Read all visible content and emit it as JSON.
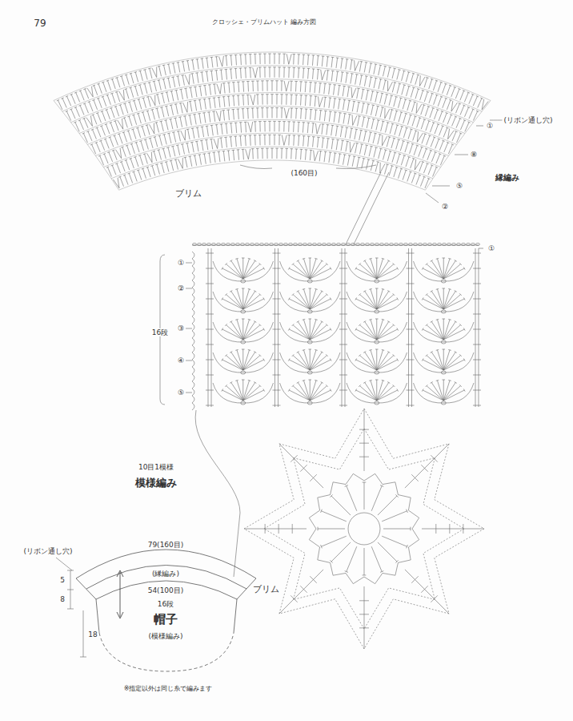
{
  "diagram": {
    "labels": [
      "79",
      "クロッシェ・ブリムハット 編み方図",
      "①",
      "⑧",
      "⑤",
      "②",
      "(リボン通し穴)",
      "縁編み",
      "ブリム",
      "(160目)",
      "①",
      "①",
      "②",
      "③",
      "④",
      "⑤",
      "16段",
      "10目1模様",
      "模様編み",
      "ブリム",
      "(リボン通し穴)",
      "79(160目)",
      "(縁編み)",
      "54(100目)",
      "16段",
      "帽子",
      "(模様編み)",
      "5",
      "8",
      "18",
      "※指定以外は同じ糸で編みます"
    ]
  }
}
